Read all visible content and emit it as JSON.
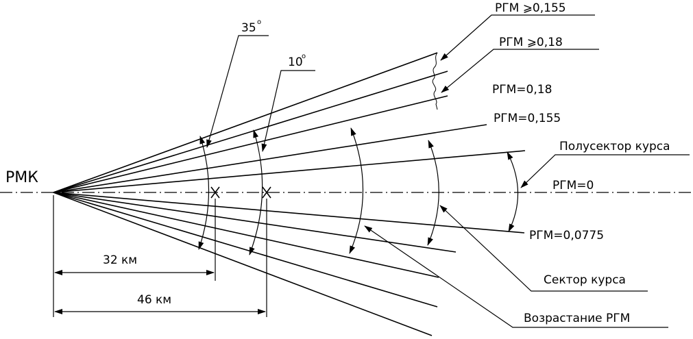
{
  "labels": {
    "origin": "РМК",
    "angle_outer_value": "35",
    "angle_inner_value": "10",
    "degree_symbol": "o",
    "rgm_ge_0155": "РГМ ⩾0,155",
    "rgm_ge_018": "РГМ ⩾0,18",
    "rgm_018": "РГМ=0,18",
    "rgm_0155": "РГМ=0,155",
    "half_sector": "Полусектор курса",
    "rgm_0": "РГМ=0",
    "rgm_00775": "РГМ=0,0775",
    "course_sector": "Сектор курса",
    "rgm_increase": "Возрастание РГМ",
    "dist_32": "32 км",
    "dist_46": "46 км"
  }
}
